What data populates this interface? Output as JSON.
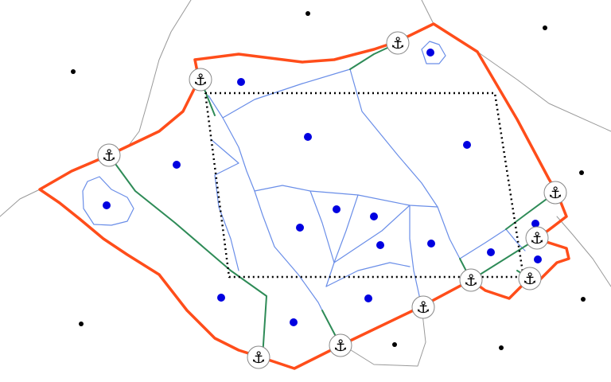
{
  "diagram": {
    "type": "voronoi-territory-map",
    "colors": {
      "background": "#ffffff",
      "boundary": "#ff4d1a",
      "outer_edges": "#999999",
      "inner_edges": "#6a8ee8",
      "coast_links": "#2e8b57",
      "site_inner": "#0000e0",
      "site_outer": "#000000",
      "selection_box": "#000000",
      "anchor_fill": "#ffffff",
      "anchor_stroke": "#888888"
    },
    "icons": {
      "port_marker": "anchor-icon",
      "port_glyph": "⚓"
    },
    "counts": {
      "ports": 10,
      "inner_sites": 17,
      "outer_sites": 8
    }
  }
}
